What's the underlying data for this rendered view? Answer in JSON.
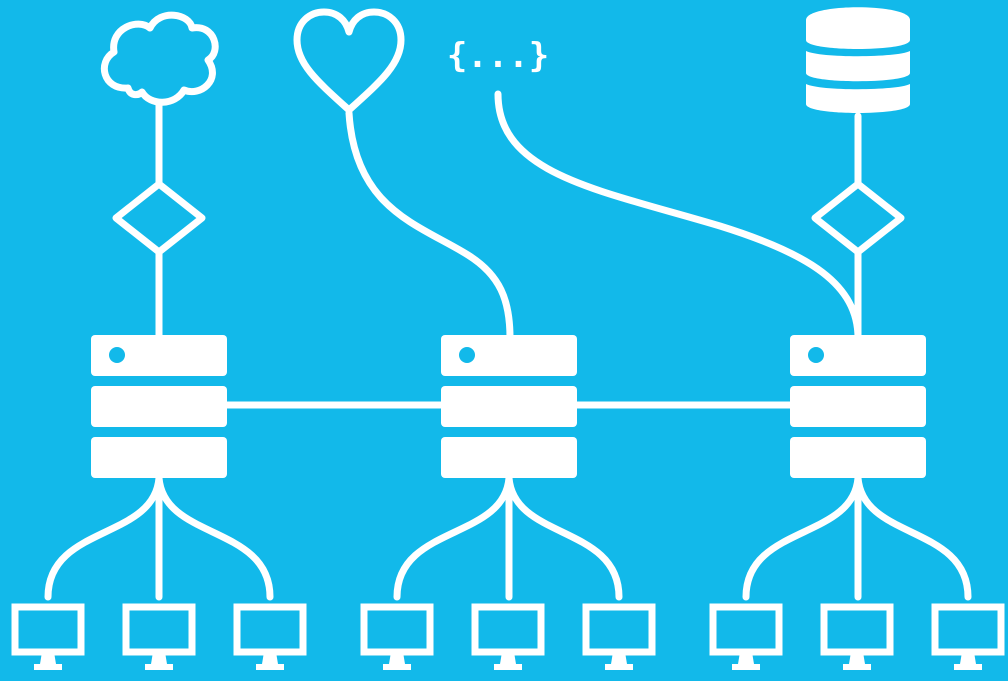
{
  "colors": {
    "background": "#12b9ea",
    "foreground": "#ffffff"
  },
  "top_nodes": [
    {
      "id": "cloud",
      "icon": "cloud-icon",
      "connector": "diamond-icon"
    },
    {
      "id": "heart",
      "icon": "heart-icon"
    },
    {
      "id": "json",
      "icon": "json-braces-icon",
      "label": "{...}"
    },
    {
      "id": "database",
      "icon": "database-icon",
      "connector": "diamond-icon"
    }
  ],
  "servers": [
    {
      "id": "server-1",
      "icon": "server-icon",
      "units": 3,
      "clients": 3
    },
    {
      "id": "server-2",
      "icon": "server-icon",
      "units": 3,
      "clients": 3
    },
    {
      "id": "server-3",
      "icon": "server-icon",
      "units": 3,
      "clients": 3
    }
  ],
  "client_icon": "monitor-icon"
}
